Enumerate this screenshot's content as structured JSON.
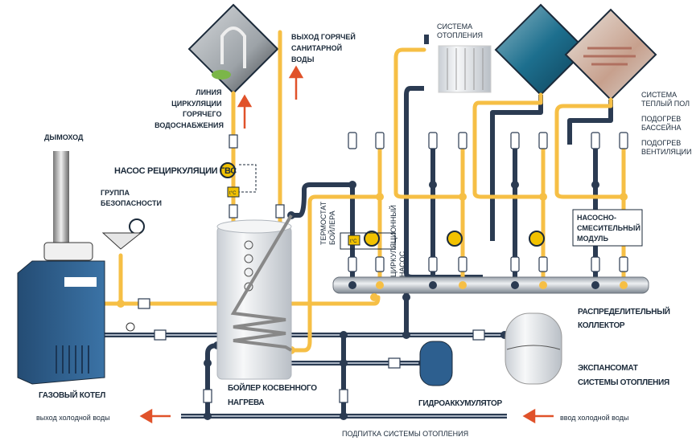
{
  "labels": {
    "hot_water_out": [
      "ВЫХОД ГОРЯЧЕЙ",
      "САНИТАРНОЙ",
      "ВОДЫ"
    ],
    "circulation_line": [
      "ЛИНИЯ",
      "ЦИРКУЛЯЦИИ",
      "ГОРЯЧЕГО",
      "ВОДОСНАБЖЕНИЯ"
    ],
    "chimney": "ДЫМОХОД",
    "recirculation_pump": "НАСОС РЕЦИРКУЛЯЦИИ ГВС",
    "safety_group": [
      "ГРУППА",
      "БЕЗОПАСНОСТИ"
    ],
    "heating_system": [
      "СИСТЕМА",
      "ОТОПЛЕНИЯ"
    ],
    "floor_heating": [
      "СИСТЕМА",
      "ТЕПЛЫЙ ПОЛ"
    ],
    "pool_heating": [
      "ПОДОГРЕВ",
      "БАССЕЙНА"
    ],
    "ventilation_heating": [
      "ПОДОГРЕВ",
      "ВЕНТИЛЯЦИИ"
    ],
    "boiler_thermostat": [
      "ТЕРМОСТАТ",
      "БОЙЛЕРА"
    ],
    "circulation_pump": [
      "ЦИРКУЛЯЦИОННЫЙ",
      "НАСОС"
    ],
    "mixing_module": [
      "НАСОСНО-",
      "СМЕСИТЕЛЬНЫЙ",
      "МОДУЛЬ"
    ],
    "distribution_collector": [
      "РАСПРЕДЕЛИТЕЛЬНЫЙ",
      "КОЛЛЕКТОР"
    ],
    "expansion_tank": [
      "ЭКСПАНСОМАТ",
      "СИСТЕМЫ ОТОПЛЕНИЯ"
    ],
    "gas_boiler": "ГАЗОВЫЙ КОТЕЛ",
    "indirect_boiler": [
      "БОЙЛЕР КОСВЕННОГО",
      "НАГРЕВА"
    ],
    "hydroaccumulator": "ГИДРОАККУМУЛЯТОР",
    "cold_water_out": "выход холодной воды",
    "cold_water_in": "ввод холодной воды",
    "heating_makeup": "ПОДПИТКА СИСТЕМЫ ОТОПЛЕНИЯ",
    "thermo_badge": "t°C"
  },
  "colors": {
    "hot_pipe": "#f6bf45",
    "cold_pipe": "#2b3b52",
    "arrow": "#e0522a",
    "boiler_blue": "#2d5f8f",
    "text": "#1b2a3a"
  },
  "icons": [
    "faucet-image",
    "pool-image",
    "warm-floor-image",
    "radiator-icon",
    "pump-icon",
    "valve-icon",
    "air-vent-icon",
    "thermostat-icon",
    "pressure-gauge-icon",
    "arrow-icon"
  ]
}
